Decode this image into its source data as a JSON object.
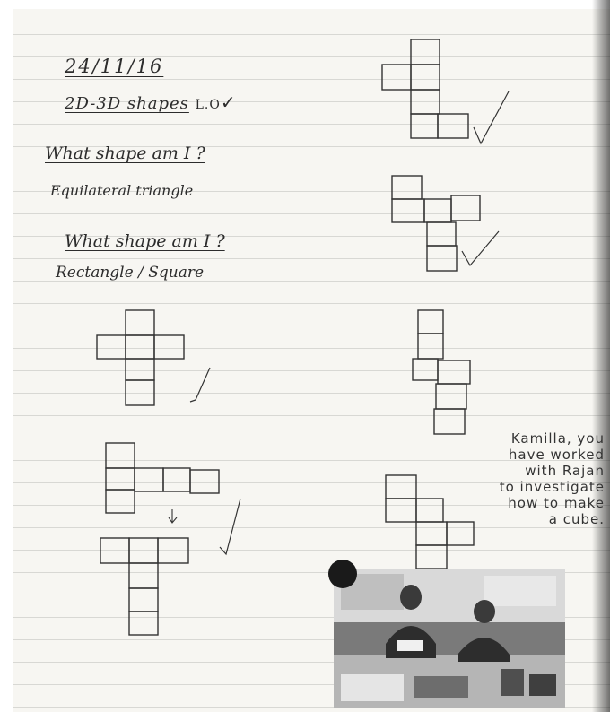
{
  "header": {
    "date": "24/11/16",
    "topic": "2D-3D shapes",
    "objective": "L.O",
    "objective_mark": "✓"
  },
  "questions": [
    {
      "prompt": "What shape am I ?",
      "answer": "Equilateral triangle"
    },
    {
      "prompt": "What shape am I ?",
      "answer": "Rectangle / Square"
    }
  ],
  "teacher_comment": {
    "lines": [
      "Kamilla, you",
      "have worked",
      "with Rajan",
      "to investigate",
      "how to make",
      "a cube."
    ]
  },
  "photo": {
    "description_icon": "classroom-photo-icon"
  }
}
